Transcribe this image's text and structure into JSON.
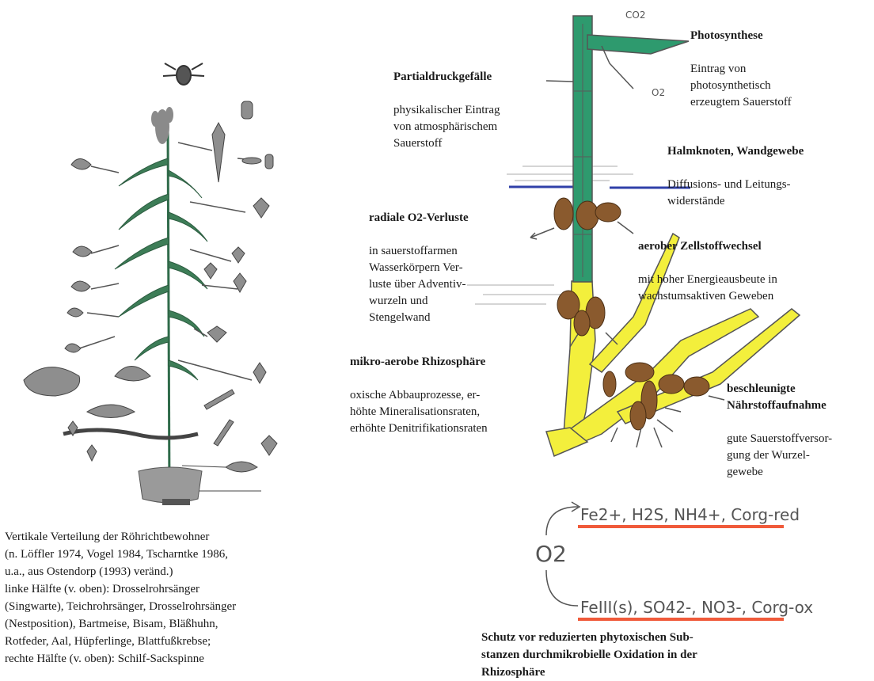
{
  "right_labels": {
    "co2": "CO2",
    "o2": "O2",
    "photosynthese": {
      "title": "Photosynthese",
      "body": "Eintrag von\nphotosynthetisch\nerzeugtem Sauerstoff"
    },
    "partialdruck": {
      "title": "Partialdruckgefälle",
      "body": "physikalischer Eintrag\nvon atmosphärischem\nSauerstoff"
    },
    "halmknoten": {
      "title": "Halmknoten, Wandgewebe",
      "body": "Diffusions- und Leitungs-\nwiderstände"
    },
    "radiale": {
      "title": "radiale O2-Verluste",
      "body": "in sauerstoffarmen\nWasserkörpern Ver-\nluste über Adventiv-\nwurzeln und\nStengelwand"
    },
    "aerober": {
      "title": "aerober Zellstoffwechsel",
      "body": "mit hoher Energieausbeute in\nwachstumsaktiven Geweben"
    },
    "mikro": {
      "title": "mikro-aerobe Rhizosphäre",
      "body": "oxische Abbauprozesse, er-\nhöhte Mineralisationsraten,\nerhöhte Denitrifikationsraten"
    },
    "beschleunigte": {
      "title": "beschleunigte\nNährstoffaufnahme",
      "body": "gute Sauerstoffversor-\ngung der Wurzel-\ngewebe"
    }
  },
  "chem": {
    "o2": "O2",
    "reduced": "Fe2+, H2S, NH4+, Corg-red",
    "oxidized": "FeIII(s), SO42-, NO3-, Corg-ox"
  },
  "left_caption": "Vertikale Verteilung der Röhrichtbewohner\n(n. Löffler 1974, Vogel 1984, Tscharntke 1986,\nu.a., aus Ostendorp (1993) veränd.)\nlinke Hälfte (v. oben): Drosselrohrsänger\n(Singwarte), Teichrohrsänger, Drosselrohrsänger\n(Nestposition), Bartmeise, Bisam, Bläßhuhn,\nRotfeder, Aal, Hüpferlinge, Blattfußkrebse;\nrechte Hälfte (v. oben): Schilf-Sackspinne",
  "right_caption": "Schutz vor reduzierten phytoxischen Sub-\nstanzen durchmikrobielle Oxidation in der\nRhizosphäre",
  "colors": {
    "stem": "#2e9a6e",
    "rhizome": "#f3ef3c",
    "water_line": "#3040a8",
    "underline": "#f05a3a"
  }
}
